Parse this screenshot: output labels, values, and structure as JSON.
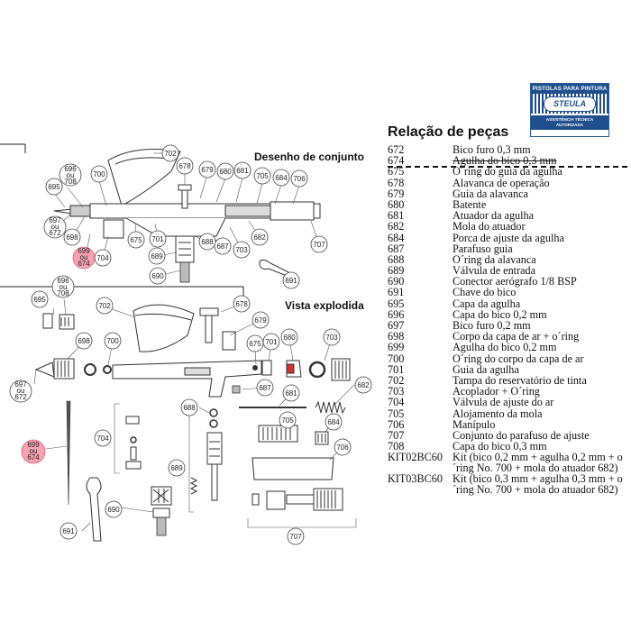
{
  "headings": {
    "assembly": "Desenho de conjunto",
    "exploded": "Vista explodida",
    "parts_title": "Relação de peças"
  },
  "logo": {
    "top": "PISTOLAS PARA PINTURA",
    "brand": "STEULA",
    "bottom_1": "ASSISTÊNCIA TÉCNICA",
    "bottom_2": "AUTORIZADA"
  },
  "colors": {
    "highlight": "#f7a3b2",
    "logo_blue": "#1f4f8c"
  },
  "callouts": {
    "c702a": "702",
    "c678a": "678",
    "c679a": "679",
    "c680a": "680",
    "c681a": "681",
    "c700a": "700",
    "c705a": "705",
    "c684a": "684",
    "c706a": "706",
    "c696a": [
      "696",
      "ou",
      "708"
    ],
    "c695a": "695",
    "c697a": [
      "697",
      "ou",
      "672"
    ],
    "c698a": "698",
    "c699a": [
      "699",
      "ou",
      "674"
    ],
    "c704a": "704",
    "c675a": "675",
    "c701a": "701",
    "c689a": "689",
    "c690a": "690",
    "c688a": "688",
    "c687a": "687",
    "c703a": "703",
    "c682a": "682",
    "c707a": "707",
    "c691a": "691",
    "c695b": "695",
    "c696b": [
      "696",
      "ou",
      "708"
    ],
    "c702b": "702",
    "c678b": "678",
    "c679b": "679",
    "c698b": "698",
    "c700b": "700",
    "c675b": "675",
    "c701b": "701",
    "c680b": "680",
    "c703b": "703",
    "c697b": [
      "697",
      "ou",
      "672"
    ],
    "c687b": "687",
    "c681b": "681",
    "c682b": "682",
    "c688b": "688",
    "c699b": [
      "699",
      "ou",
      "674"
    ],
    "c704b": "704",
    "c705b": "705",
    "c684b": "684",
    "c706b": "706",
    "c689b": "689",
    "c690b": "690",
    "c691b": "691",
    "c707b": "707"
  },
  "parts": [
    {
      "code": "672",
      "desc": "Bico furo 0,3 mm"
    },
    {
      "code": "674",
      "desc": "Agulha do bico 0,3 mm"
    },
    {
      "code": "675",
      "desc": "O´ring do guia da agulha"
    },
    {
      "code": "678",
      "desc": "Alavanca de operação"
    },
    {
      "code": "679",
      "desc": "Guia da alavanca"
    },
    {
      "code": "680",
      "desc": "Batente"
    },
    {
      "code": "681",
      "desc": "Atuador da agulha"
    },
    {
      "code": "682",
      "desc": "Mola do atuador"
    },
    {
      "code": "684",
      "desc": "Porca de ajuste da agulha"
    },
    {
      "code": "687",
      "desc": "Parafuso guia"
    },
    {
      "code": "688",
      "desc": "O´ring da alavanca"
    },
    {
      "code": "689",
      "desc": "Válvula de entrada"
    },
    {
      "code": "690",
      "desc": "Conector aerógrafo 1/8 BSP"
    },
    {
      "code": "691",
      "desc": "Chave do bico"
    },
    {
      "code": "695",
      "desc": "Capa da agulha"
    },
    {
      "code": "696",
      "desc": "Capa do bico 0,2 mm"
    },
    {
      "code": "697",
      "desc": "Bico furo 0,2 mm"
    },
    {
      "code": "698",
      "desc": "Corpo da capa de ar + o´ring"
    },
    {
      "code": "699",
      "desc": "Agulha do bico 0,2 mm"
    },
    {
      "code": "700",
      "desc": "O´ring do corpo da capa de ar"
    },
    {
      "code": "701",
      "desc": "Guia da agulha"
    },
    {
      "code": "702",
      "desc": "Tampa do reservatório de tinta"
    },
    {
      "code": "703",
      "desc": "Acoplador + O´ring"
    },
    {
      "code": "704",
      "desc": "Válvula de ajuste do ar"
    },
    {
      "code": "705",
      "desc": "Alojamento da mola"
    },
    {
      "code": "706",
      "desc": "Manípulo"
    },
    {
      "code": "707",
      "desc": "Conjunto do parafuso de ajuste"
    },
    {
      "code": "708",
      "desc": "Capa do bico 0,3 mm"
    },
    {
      "code": "KIT02BC60",
      "desc": "Kit (bico 0,2 mm + agulha 0,2 mm + o´ring No. 700 + mola do atuador 682)"
    },
    {
      "code": "KIT03BC60",
      "desc": "Kit (bico 0,3 mm + agulha 0,3 mm + o´ring No. 700 + mola do atuador 682)"
    }
  ]
}
